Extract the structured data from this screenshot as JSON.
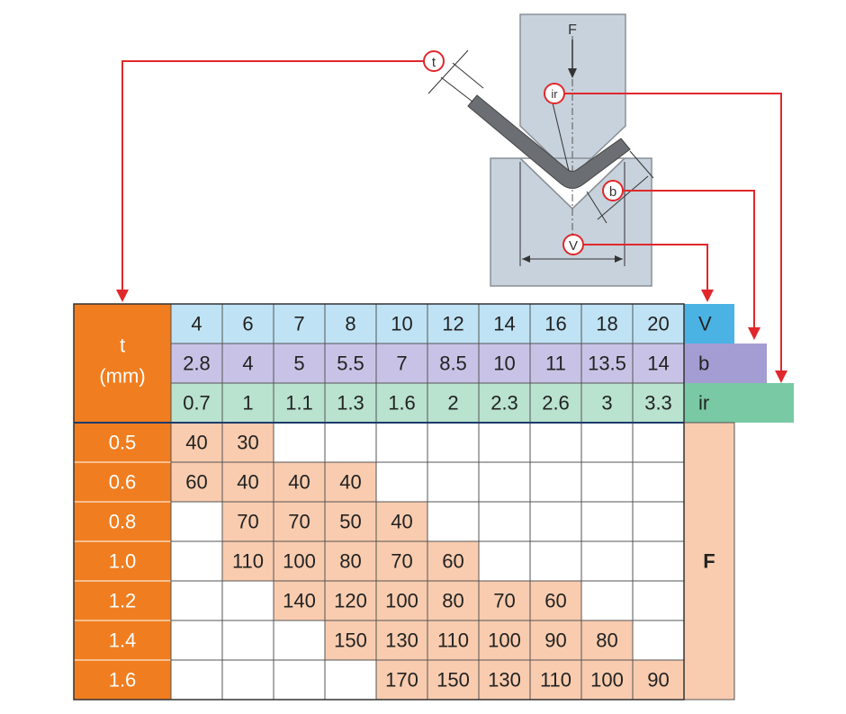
{
  "diagram_labels": {
    "force": "F",
    "thickness": "t",
    "inner_radius": "ir",
    "flange": "b",
    "die_opening": "V"
  },
  "table": {
    "corner_title": "t",
    "corner_unit": "(mm)",
    "header_rows": [
      {
        "label": "V",
        "values": [
          "4",
          "6",
          "7",
          "8",
          "10",
          "12",
          "14",
          "16",
          "18",
          "20"
        ]
      },
      {
        "label": "b",
        "values": [
          "2.8",
          "4",
          "5",
          "5.5",
          "7",
          "8.5",
          "10",
          "11",
          "13.5",
          "14"
        ]
      },
      {
        "label": "ir",
        "values": [
          "0.7",
          "1",
          "1.1",
          "1.3",
          "1.6",
          "2",
          "2.3",
          "2.6",
          "3",
          "3.3"
        ]
      }
    ],
    "force_label": "F",
    "thickness_rows": [
      {
        "t": "0.5",
        "values": [
          "40",
          "30",
          "",
          "",
          "",
          "",
          "",
          "",
          "",
          ""
        ]
      },
      {
        "t": "0.6",
        "values": [
          "60",
          "40",
          "40",
          "40",
          "",
          "",
          "",
          "",
          "",
          ""
        ]
      },
      {
        "t": "0.8",
        "values": [
          "",
          "70",
          "70",
          "50",
          "40",
          "",
          "",
          "",
          "",
          ""
        ]
      },
      {
        "t": "1.0",
        "values": [
          "",
          "110",
          "100",
          "80",
          "70",
          "60",
          "",
          "",
          "",
          ""
        ]
      },
      {
        "t": "1.2",
        "values": [
          "",
          "",
          "140",
          "120",
          "100",
          "80",
          "70",
          "60",
          "",
          ""
        ]
      },
      {
        "t": "1.4",
        "values": [
          "",
          "",
          "",
          "150",
          "130",
          "110",
          "100",
          "90",
          "80",
          ""
        ]
      },
      {
        "t": "1.6",
        "values": [
          "",
          "",
          "",
          "",
          "170",
          "150",
          "130",
          "110",
          "100",
          "90"
        ]
      }
    ]
  },
  "colors": {
    "orange": "#f07d1f",
    "v_blue": "#bfe3f5",
    "v_label": "#4bb3e3",
    "b_purple": "#c8c3e6",
    "b_label": "#a49dd4",
    "ir_green": "#b9e2cf",
    "ir_label": "#79c9a4",
    "force_fill": "#f9ccaf",
    "red": "#e0282c",
    "tool_fill": "#c7d2dc",
    "sheet_fill": "#6b6e73"
  }
}
